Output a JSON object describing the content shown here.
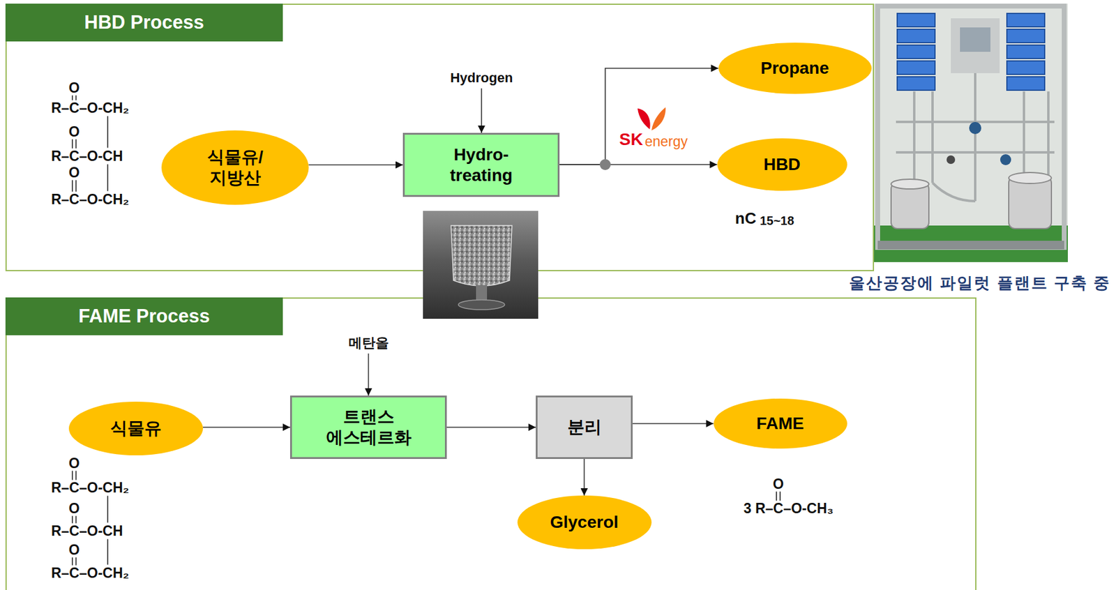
{
  "diagram": {
    "nodes": [
      {
        "text": [
          "HBD Process"
        ]
      },
      {
        "text": [
          "식물유/ 지방산"
        ],
        "in": 0
      },
      {
        "text": [
          "Hydro- treating"
        ],
        "in": 0
      },
      {
        "text": [
          "Propane"
        ],
        "in": 0
      },
      {
        "text": [
          "HBD"
        ],
        "in": 0
      },
      {
        "text": [
          "FAME Process"
        ]
      },
      {
        "text": [
          "식물유"
        ],
        "in": 5
      },
      {
        "text": [
          "트랜스 에스테르화"
        ],
        "in": 5
      },
      {
        "text": [
          "분리"
        ],
        "in": 5
      },
      {
        "text": [
          "FAME"
        ],
        "in": 5
      },
      {
        "text": [
          "Glycerol"
        ],
        "in": 5
      }
    ],
    "edges": [
      {
        "from": 1,
        "to": 2,
        "arrow": "to"
      },
      {
        "from": 2,
        "to": 3,
        "arrow": "to"
      },
      {
        "from": 2,
        "to": 4,
        "arrow": "to"
      },
      {
        "from": 6,
        "to": 7,
        "arrow": "to"
      },
      {
        "from": 7,
        "to": 8,
        "arrow": "to"
      },
      {
        "from": 8,
        "to": 9,
        "arrow": "to"
      },
      {
        "from": 8,
        "to": 10,
        "arrow": "to"
      }
    ],
    "labels": [
      "Hydrogen",
      "O",
      "R–C–O-CH₂",
      "O",
      "R–C–O-CH",
      "O",
      "R–C–O-CH₂",
      "SK",
      "energy",
      "nC",
      "15~18",
      "울산공장에 파일럿 플랜트 구축 중",
      "메탄올",
      "O",
      "R–C–O-CH₂",
      "O",
      "R–C–O-CH",
      "O",
      "R–C–O-CH₂",
      "O",
      "3 R–C–O-CH₃"
    ]
  }
}
